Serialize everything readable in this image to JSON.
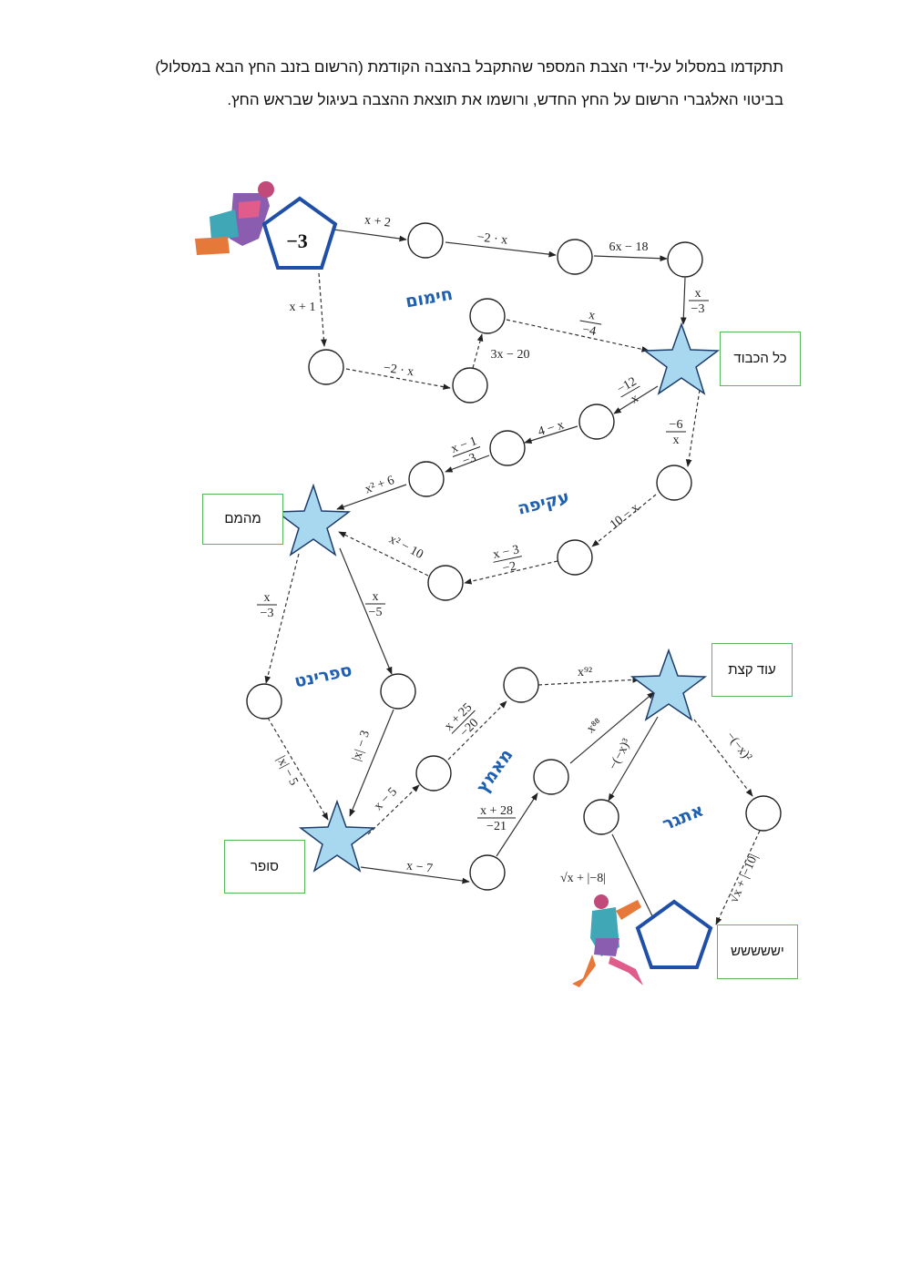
{
  "instructions": "תתקדמו במסלול על-ידי הצבת המספר שהתקבל בהצבה הקודמת (הרשום בזנב החץ הבא במסלול) בביטוי האלגברי הרשום על החץ החדש, ורושמו את תוצאת ההצבה בעיגול שבראש החץ.",
  "start_value": "−3",
  "stages": {
    "warmup": "חימום",
    "detour": "עקיפה",
    "sprint": "ספרינט",
    "effort": "מאמץ",
    "challenge": "אתגר"
  },
  "answer_boxes": {
    "box1": "כל הכבוד",
    "box2": "מהמם",
    "box3": "עוד קצת",
    "box4": "סופר",
    "box5": "יששששש"
  },
  "arrow_labels": {
    "a1": "x + 2",
    "a2": "−2 · x",
    "a3": "6x − 18",
    "a4_num": "x",
    "a4_den": "−3",
    "b1": "x + 1",
    "b2": "−2 · x",
    "b3": "3x − 20",
    "b4_num": "x",
    "b4_den": "−4",
    "c1_num": "−12",
    "c1_den": "x",
    "c2": "4 − x",
    "c3_num": "x − 1",
    "c3_den": "−3",
    "c4": "x² + 6",
    "d1_num": "−6",
    "d1_den": "x",
    "d2": "10 − x",
    "d3_num": "x − 3",
    "d3_den": "−2",
    "d4": "x² − 10",
    "e1_num": "x",
    "e1_den": "−3",
    "e2": "|x| − 5",
    "f1_num": "x",
    "f1_den": "−5",
    "f2": "|x| − 3",
    "g1": "x − 5",
    "g2_num": "x + 25",
    "g2_den": "−20",
    "g3": "x⁹²",
    "h1": "x − 7",
    "h2_num": "x + 28",
    "h2_den": "−21",
    "h3": "x⁸⁸",
    "i1": "−(−x)³",
    "i2": "√x + |−8|",
    "j1": "−(−x)²",
    "j2": "√x + |−10|"
  }
}
